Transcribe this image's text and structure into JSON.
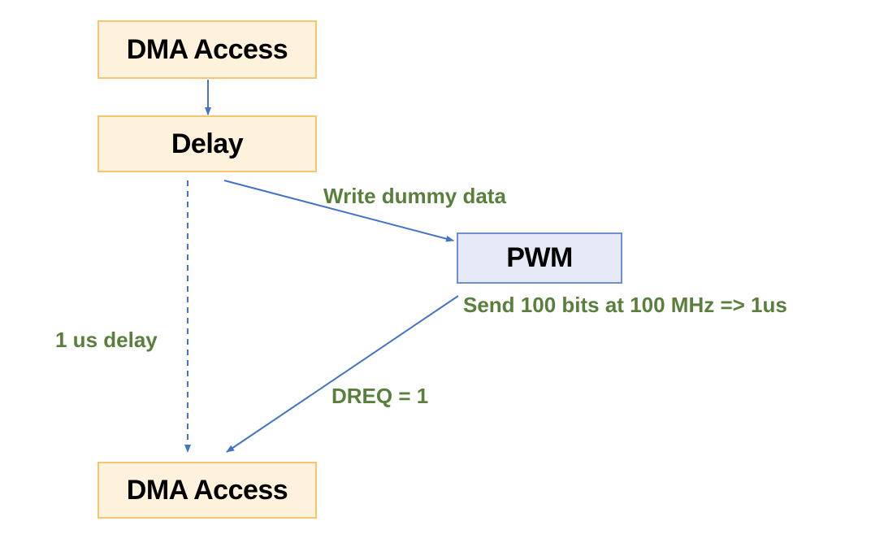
{
  "colors": {
    "process_fill": "#fff2dc",
    "process_border": "#f6c56f",
    "peripheral_fill": "#e6eaf6",
    "peripheral_border": "#6f8fd0",
    "arrow": "#4472c4",
    "label_text": "#5a7f3c"
  },
  "nodes": {
    "dma_access_top": "DMA Access",
    "delay": "Delay",
    "pwm": "PWM",
    "dma_access_bottom": "DMA Access"
  },
  "edge_labels": {
    "write_dummy_data": "Write dummy data",
    "send_bits": "Send 100 bits at 100 MHz => 1us",
    "one_us_delay": "1 us delay",
    "dreq": "DREQ = 1"
  }
}
